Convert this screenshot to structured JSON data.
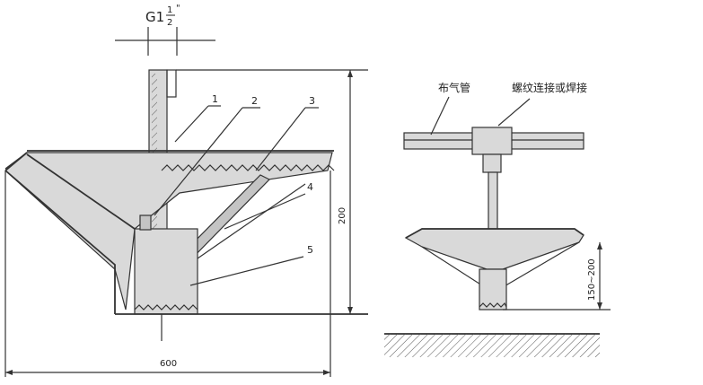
{
  "left_view": {
    "pipe_size_main": "G1",
    "pipe_size_fraction_top": "1",
    "pipe_size_fraction_bottom": "2",
    "pipe_size_inch_mark": "\"",
    "callouts": [
      "1",
      "2",
      "3",
      "4",
      "5"
    ],
    "dim_width": "600",
    "dim_height": "200"
  },
  "right_view": {
    "label_gas_pipe": "布气管",
    "label_connection": "螺纹连接或焊接",
    "dim_install": "150~200"
  }
}
